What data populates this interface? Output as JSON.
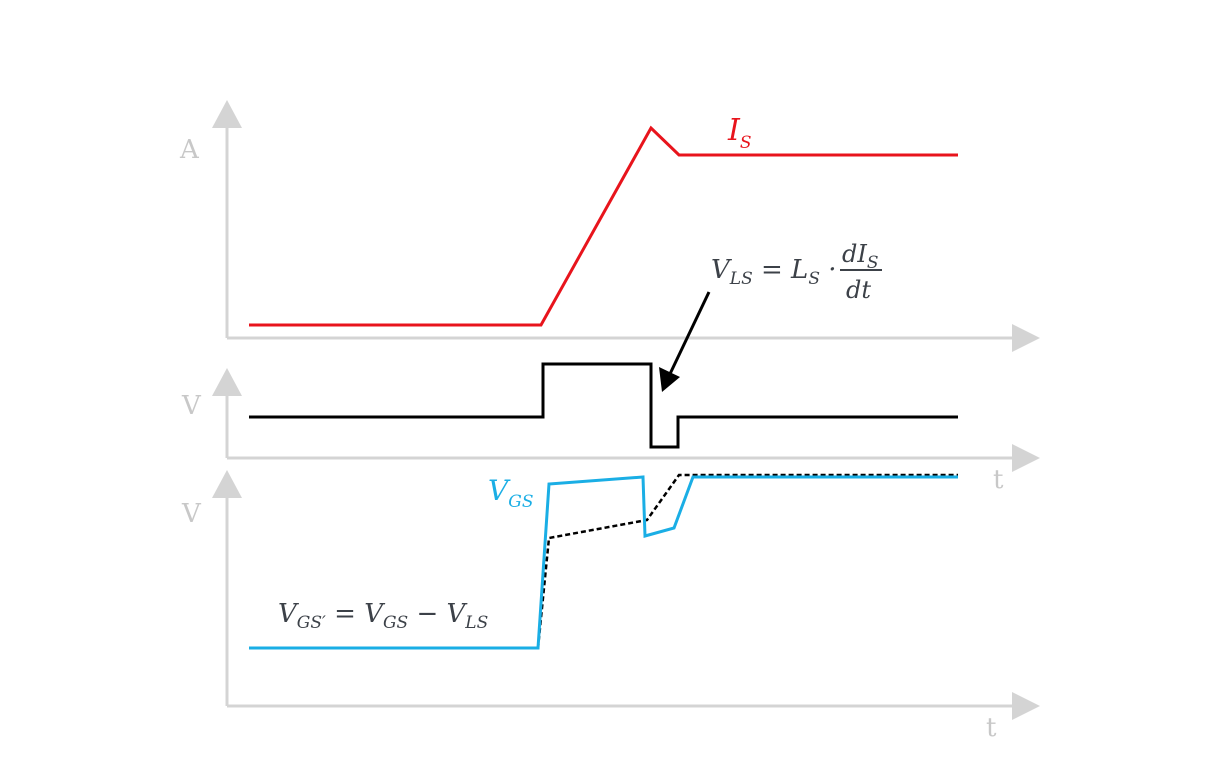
{
  "axes": {
    "top_y_label": "A",
    "mid_y_label": "V",
    "mid_x_label": "t",
    "bot_y_label": "V",
    "bot_x_label": "t"
  },
  "labels": {
    "is_main": "I",
    "is_sub": "S",
    "vls_v": "V",
    "vls_v_sub": "LS",
    "vls_eq": " = L",
    "vls_l_sub": "S",
    "vls_dot": " ·",
    "vls_num": "dI",
    "vls_num_sub": "S",
    "vls_den": "dt",
    "vgs_main": "V",
    "vgs_sub": "GS",
    "vgsp_v": "V",
    "vgsp_sub": "GS′",
    "vgsp_eq": " = V",
    "vgsp_gs_sub": "GS",
    "vgsp_minus": " − V",
    "vgsp_ls_sub": "LS"
  },
  "colors": {
    "axis": "#d4d4d4",
    "current": "#e8141c",
    "voltage_ls": "#000000",
    "vgs": "#1aaee5",
    "vgs_prime": "#000000",
    "text": "#3c4148"
  }
}
